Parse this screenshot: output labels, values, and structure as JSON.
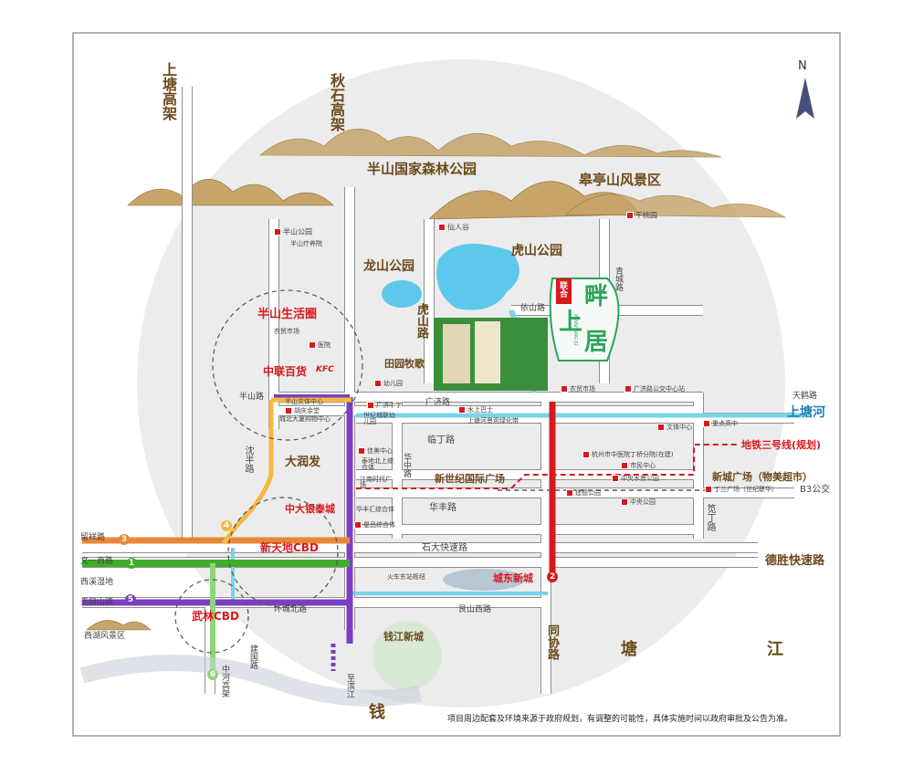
{
  "colors": {
    "road": "#ffffff",
    "road_edge": "#8f8f8f",
    "circle": "#ececec",
    "purple": "#7b3fc4",
    "red": "#d7191c",
    "green": "#3fae2a",
    "orange": "#e8873a",
    "yellow": "#f4b942",
    "blue": "#78d4e8",
    "lake": "#5ec8ec",
    "brand": "#2aa55c"
  },
  "compass": {
    "label": "N"
  },
  "roads": {
    "shangtang": "上塘高架",
    "qiushi": "秋石高架",
    "banshan": "半山路",
    "shenban": "沈半路",
    "liuxiang": "留祥路",
    "wenyi": "文一西路",
    "xixi": "西溪湿地",
    "tianmushan": "天目山路",
    "huancheng": "环城北路",
    "jianguo": "建国路",
    "zhonghe": "中河高架",
    "shida": "石大快速路",
    "desheng": "德胜快速路",
    "genshan": "艮山西路",
    "tongxie": "同协路",
    "lindin": "临丁路",
    "huafeng": "华丰路",
    "huazhong": "华中路",
    "guangji": "广济路",
    "yishan": "依山路",
    "qingcheng": "青城路",
    "tianhe": "天鹤路",
    "dingqiao": "笕丁路",
    "hushan": "虎山路",
    "zhibinjiang": "至滨江",
    "b3": "B3公交"
  },
  "parks": {
    "banshan_forest": "半山国家森林公园",
    "gaoting": "皋亭山风景区",
    "longshan": "龙山公园",
    "hushan": "虎山公园",
    "tianyuan": "田园牧歌",
    "xihu": "西湖风景区"
  },
  "rivers": {
    "shangtang": "上塘河",
    "tang": "塘",
    "jiang": "江",
    "qian": "钱"
  },
  "areas": {
    "banshan_life": "半山生活圈",
    "zhonglian": "中联百货",
    "darunfa": "大润发",
    "zhongda": "中大银泰城",
    "xintiandi": "新天地CBD",
    "wulin": "武林CBD",
    "chengdong": "城东新城",
    "qianjiang": "钱江新城",
    "huochezhan": "火车东站枢纽",
    "xinshiji": "新世纪国际广场",
    "xincheng": "新城广场（物美超市）",
    "metro3": "地铁三号线(规划)"
  },
  "brand": {
    "tag": "联合",
    "name1": "畔",
    "name2": "上",
    "name3": "居",
    "en": "PANSHANG JU"
  },
  "pois": {
    "banshan_park": "半山公园",
    "banshan_hotel": "半山疗养院",
    "nongmao": "农贸市场",
    "hospital": "医院",
    "kfc": "KFC",
    "wenti": "半山文体中心",
    "hutao": "胡庆余堂",
    "chenghua": "城北大厦购物中心",
    "xianrengu": "仙人谷",
    "gantaoyuan": "干桃园",
    "youer": "幼儿园",
    "guangji_zx": "广济中学",
    "shiji_youer": "世纪城联幼儿园",
    "shuishang": "水上巴士",
    "shangtang_green": "上塘河景观绿化带",
    "nongmao2": "农贸市场",
    "guangji_bus": "广济路公交中心站",
    "wenti2": "文体中心",
    "zhongdian": "重点高中",
    "jiamei": "佳美中心",
    "taidi": "泰地北上综合体",
    "jiangnan": "江南时代广场",
    "huafeng_zh": "华丰汇综合体",
    "xingpin": "星品综合体",
    "shimin": "杭州市中医院丁桥分院(在建)",
    "shimin2": "市民中心",
    "zhongyang": "中央水景公园",
    "jiankang": "建德公园",
    "zhongyang2": "中央公园",
    "dinglan": "丁兰广场（世纪联华）"
  },
  "footnote": "项目周边配套及环境来源于政府规划，有调整的可能性，具体实施时间以政府审批及公告为准。",
  "badges": {
    "b1": "1",
    "b2": "2",
    "b3": "3",
    "b4": "4",
    "b5": "5",
    "b6": "6"
  }
}
